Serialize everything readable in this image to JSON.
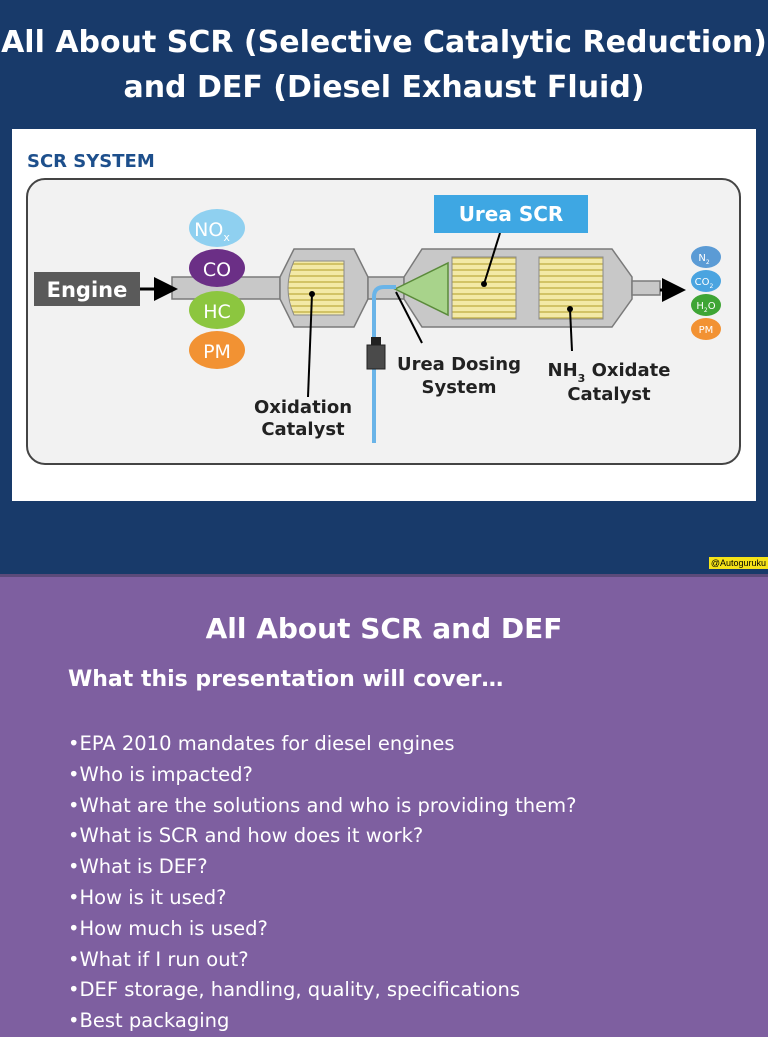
{
  "slide1": {
    "title_line1": "All About SCR (Selective Catalytic Reduction)",
    "title_line2": "and DEF (Diesel Exhaust Fluid)",
    "watermark": "@Autoguruku"
  },
  "diagram": {
    "heading": "SCR SYSTEM",
    "engine": "Engine",
    "inputs": {
      "nox": "NO",
      "nox_sub": "x",
      "co": "CO",
      "hc": "HC",
      "pm": "PM"
    },
    "outputs": {
      "n2": "N",
      "n2_sub": "2",
      "co2": "CO",
      "co2_sub": "2",
      "h2o_h": "H",
      "h2o_sub": "2",
      "h2o_o": "O",
      "pm": "PM"
    },
    "urea_scr": "Urea SCR",
    "urea_dosing_1": "Urea Dosing",
    "urea_dosing_2": "System",
    "nh3_nh": "NH",
    "nh3_sub": "3",
    "nh3_rest": " Oxidate",
    "nh3_catalyst": "Catalyst",
    "oxidation_1": "Oxidation",
    "oxidation_2": "Catalyst",
    "colors": {
      "nox": "#8fd0f0",
      "co": "#6b2f86",
      "hc": "#8cc63f",
      "pm": "#f29233",
      "n2": "#5b9bd5",
      "co2": "#4aa4e0",
      "h2o": "#3fa535"
    }
  },
  "slide2": {
    "title": "All About SCR and DEF",
    "subtitle": "What this presentation will cover…",
    "bullets": [
      "•EPA 2010 mandates for diesel engines",
      "•Who is impacted?",
      "•What are the solutions and who is providing them?",
      "•What is SCR and how does it work?",
      "•What is DEF?",
      "•How is it used?",
      "•How much is used?",
      "•What if I run out?",
      "•DEF storage, handling, quality, specifications",
      "•Best packaging"
    ]
  }
}
